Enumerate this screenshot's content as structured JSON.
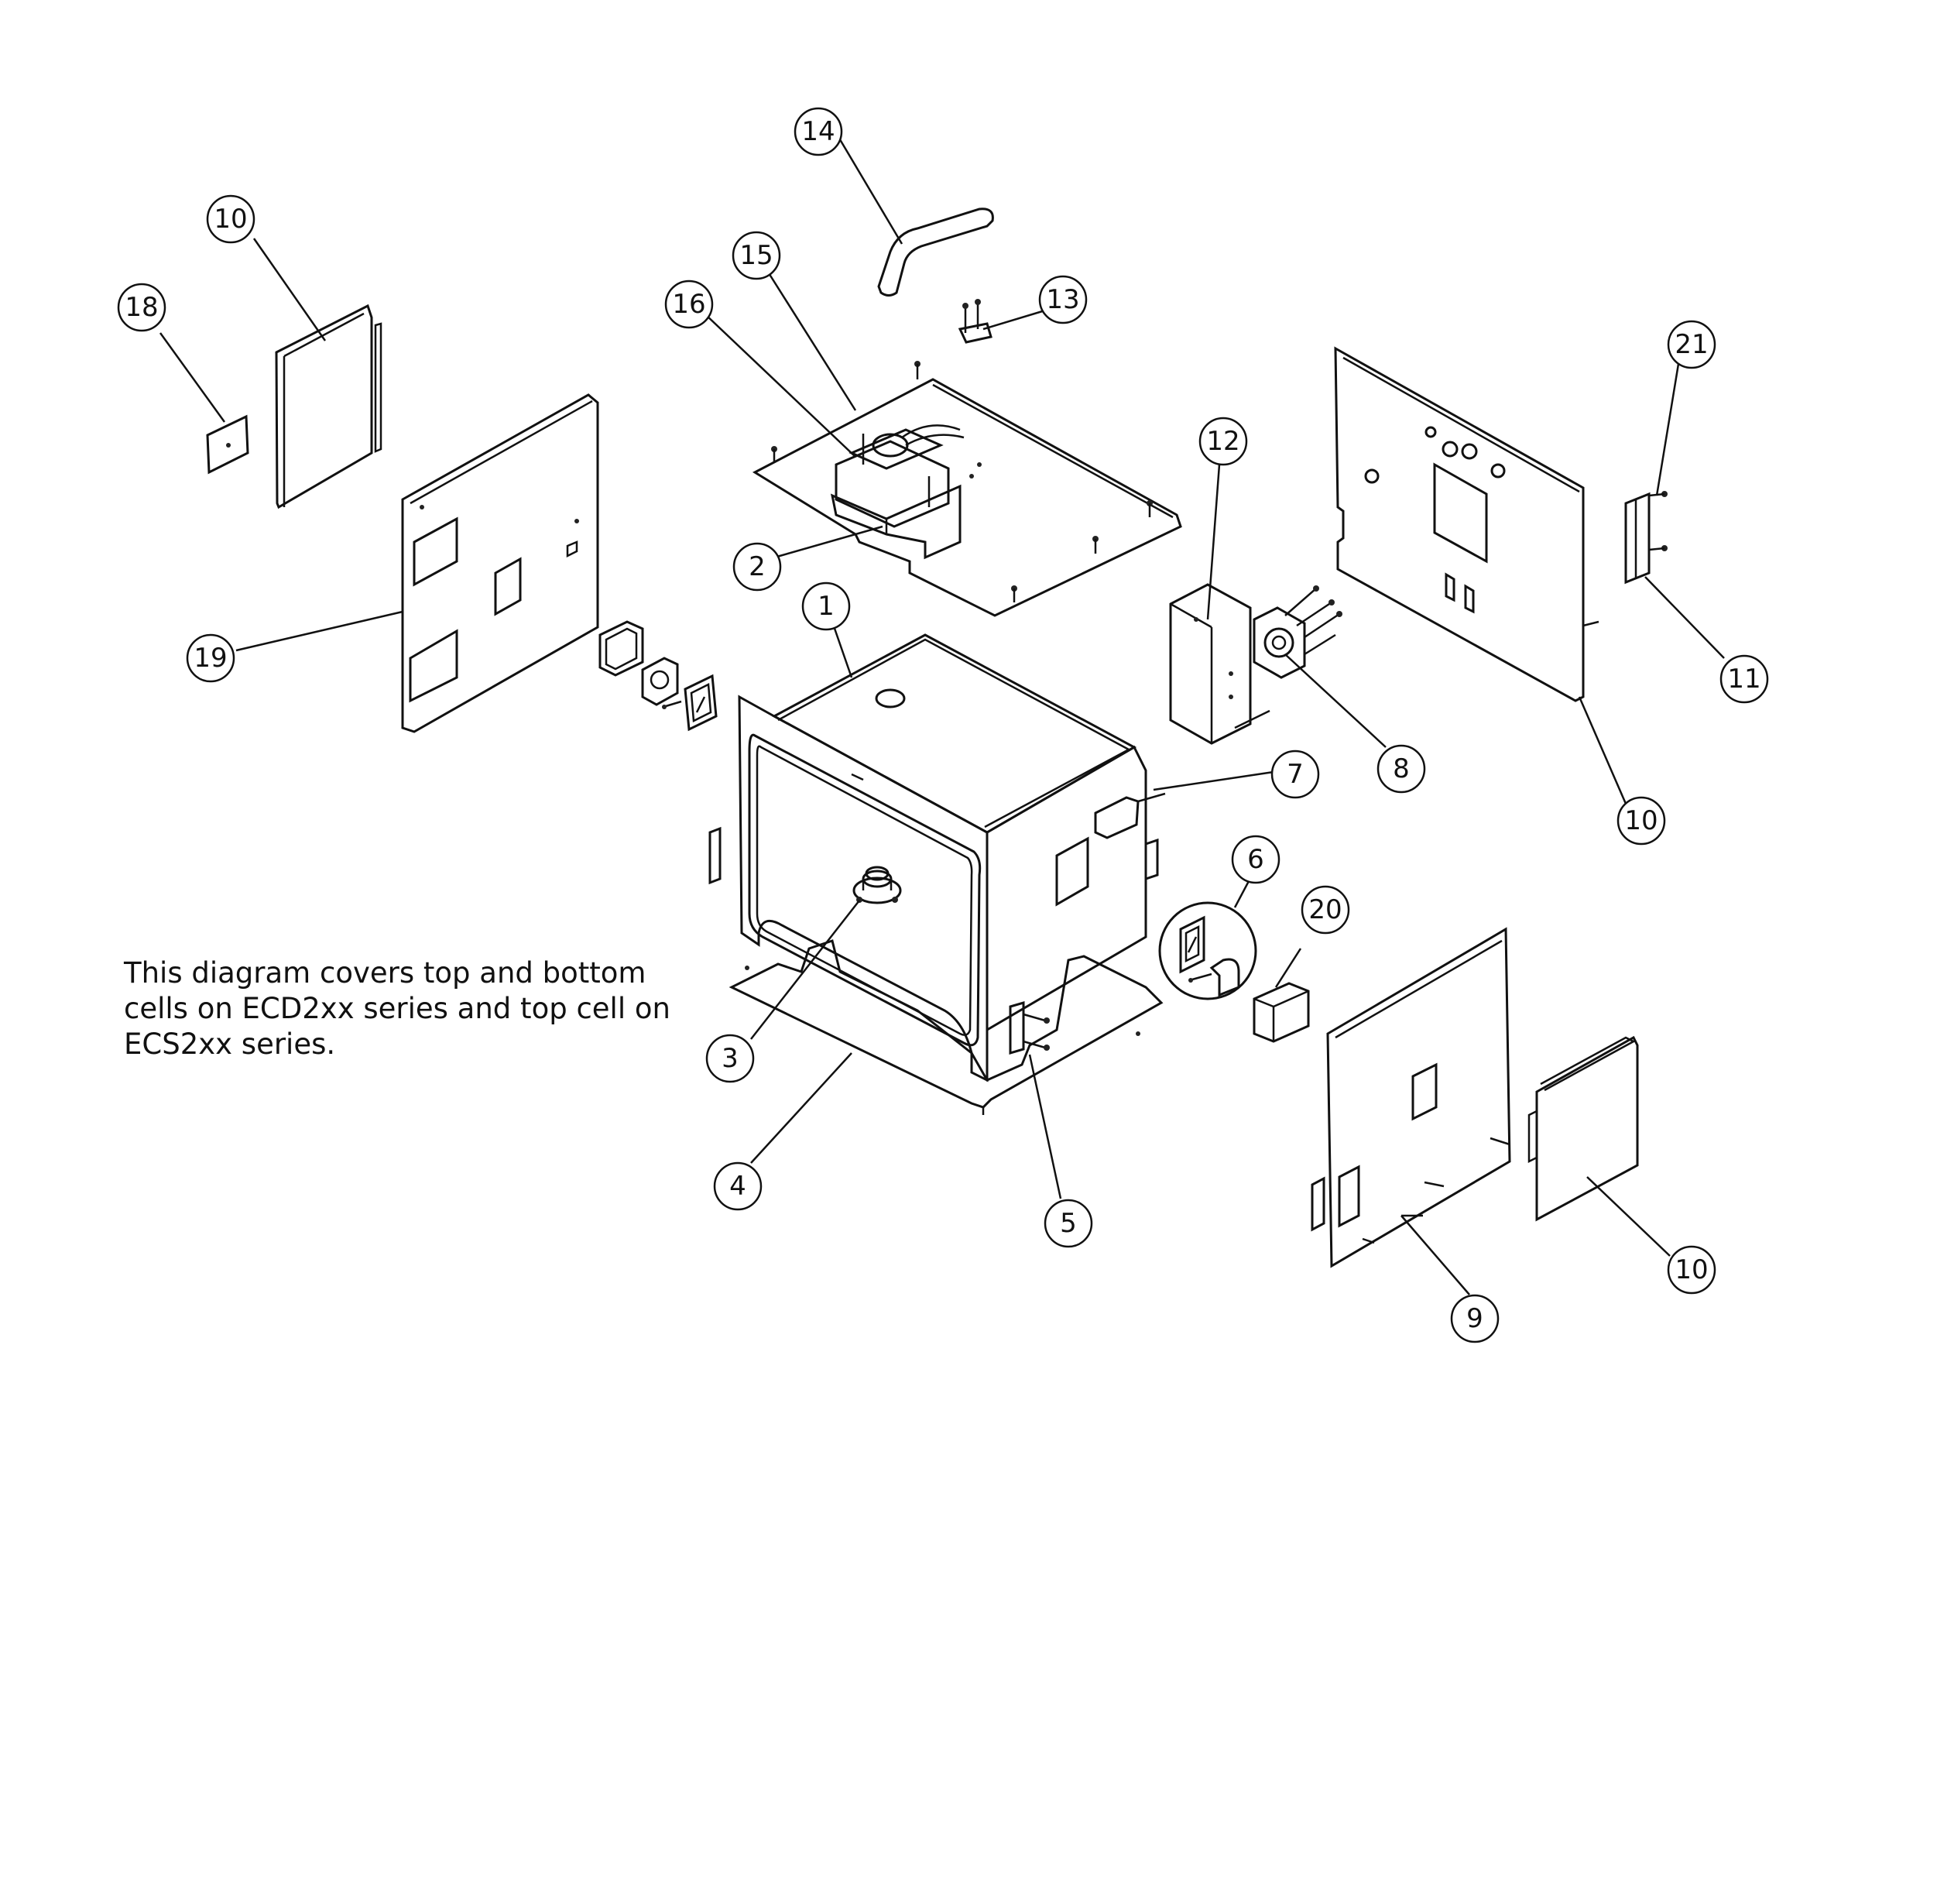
{
  "note": {
    "lines": [
      "This diagram covers top and bottom",
      "cells on ECD2xx series and top cell on",
      "ECS2xx series."
    ]
  },
  "callouts": [
    {
      "id": "c1",
      "label": "1"
    },
    {
      "id": "c2",
      "label": "2"
    },
    {
      "id": "c3",
      "label": "3"
    },
    {
      "id": "c4",
      "label": "4"
    },
    {
      "id": "c5",
      "label": "5"
    },
    {
      "id": "c6",
      "label": "6"
    },
    {
      "id": "c7",
      "label": "7"
    },
    {
      "id": "c8",
      "label": "8"
    },
    {
      "id": "c9",
      "label": "9"
    },
    {
      "id": "c10a",
      "label": "10"
    },
    {
      "id": "c10b",
      "label": "10"
    },
    {
      "id": "c11",
      "label": "11"
    },
    {
      "id": "c12",
      "label": "12"
    },
    {
      "id": "c13",
      "label": "13"
    },
    {
      "id": "c14",
      "label": "14"
    },
    {
      "id": "c15",
      "label": "15"
    },
    {
      "id": "c16",
      "label": "16"
    },
    {
      "id": "c17",
      "label": "17"
    },
    {
      "id": "c18",
      "label": "18"
    },
    {
      "id": "c19",
      "label": "19"
    },
    {
      "id": "c20",
      "label": "20"
    },
    {
      "id": "c21",
      "label": "21"
    }
  ]
}
